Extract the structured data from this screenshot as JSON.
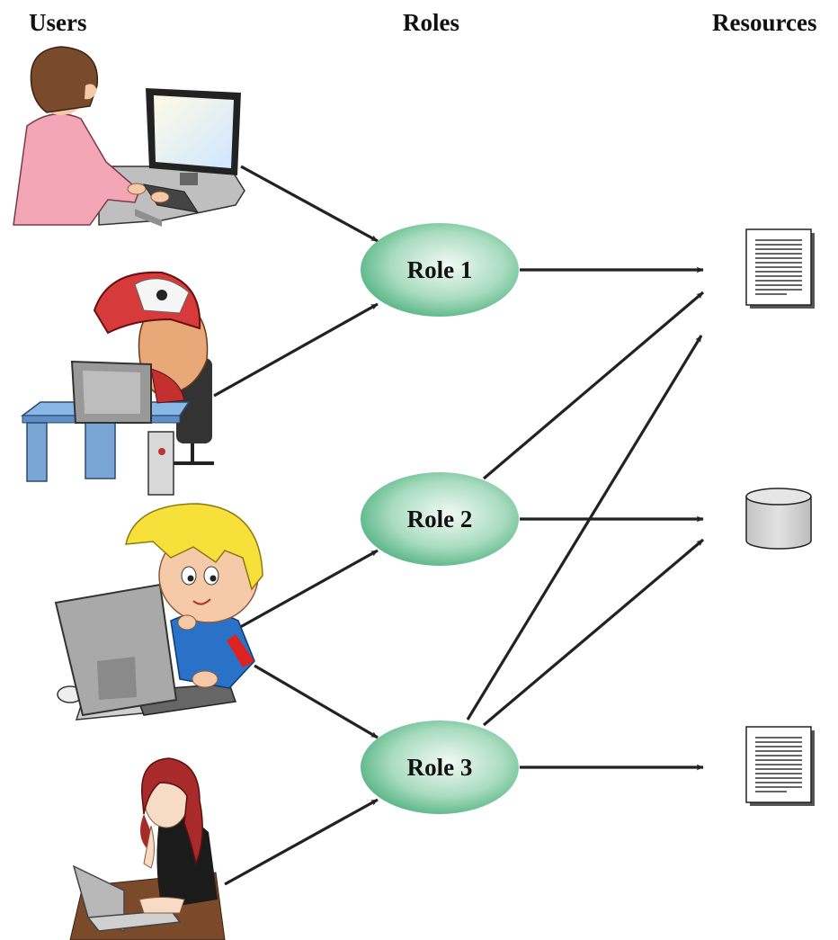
{
  "headers": {
    "users": "Users",
    "roles": "Roles",
    "resources": "Resources"
  },
  "roles": [
    {
      "label": "Role 1"
    },
    {
      "label": "Role 2"
    },
    {
      "label": "Role 3"
    }
  ],
  "users": [
    {
      "icon": "woman-at-desktop-computer-icon"
    },
    {
      "icon": "pirate-hacker-at-computer-icon"
    },
    {
      "icon": "boy-at-computer-icon"
    },
    {
      "icon": "woman-with-laptop-icon"
    }
  ],
  "resources": [
    {
      "icon": "document-icon"
    },
    {
      "icon": "database-icon"
    },
    {
      "icon": "document-icon"
    }
  ],
  "colors": {
    "role_fill_light": "#eef8f1",
    "role_fill_dark": "#4fb07f",
    "arrow": "#222222",
    "database_fill": "#d3d3d3"
  }
}
